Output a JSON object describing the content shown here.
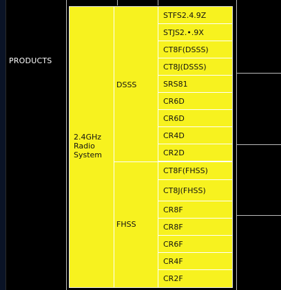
{
  "page": {
    "products_label": "PRODUCTS"
  },
  "table": {
    "system": [
      "2.4GHz",
      "Radio",
      "System"
    ],
    "groups": {
      "dsss": "DSSS",
      "fhss": "FHSS"
    },
    "dsss_models": [
      "STFS2.4.9Z",
      "STJS2.•.9X",
      "CT8F(DSSS)",
      "CT8J(DSSS)",
      "SRS81",
      "CR6D",
      "CR6D",
      "CR4D",
      "CR2D"
    ],
    "fhss_models": [
      "CT8F(FHSS)",
      "CT8J(FHSS)",
      "CR8F",
      "CR8F",
      "CR6F",
      "CR4F",
      "CR2F"
    ]
  },
  "colors": {
    "cell_bg": "#f7f21f",
    "page_bg": "#000000",
    "text_light": "#ffffff"
  }
}
